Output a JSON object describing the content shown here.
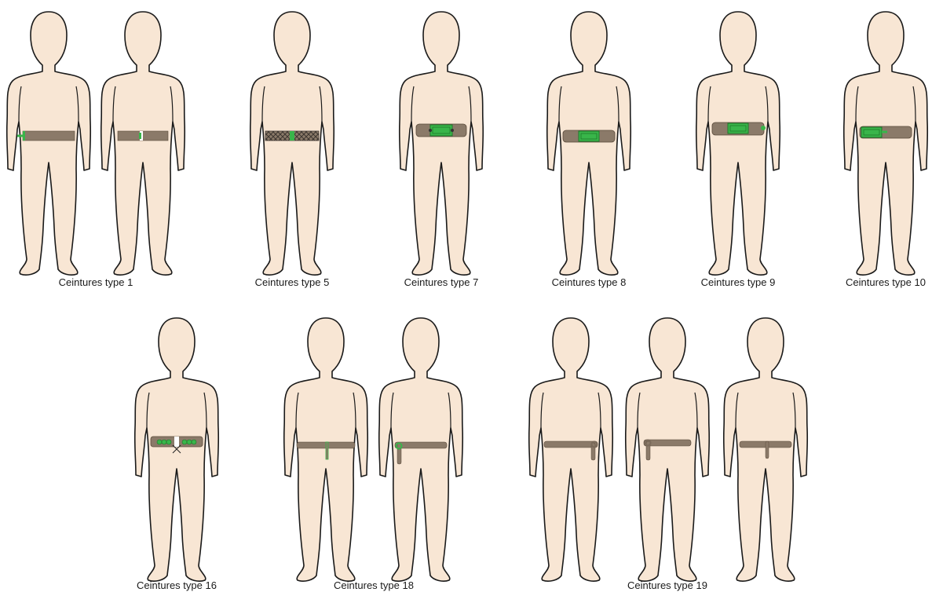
{
  "colors": {
    "skin": "#f8e6d4",
    "outline": "#1a1a1a",
    "belt": "#8b7a69",
    "buckle": "#39b54a",
    "buckle_dark": "#1e7a2a",
    "pattern": "#3c3530",
    "ring": "#7a6a5a"
  },
  "groups": [
    {
      "id": "type-1",
      "label": "Ceintures type 1",
      "belts": [
        "t1a",
        "t1b"
      ]
    },
    {
      "id": "type-5",
      "label": "Ceintures type 5",
      "belts": [
        "t5"
      ]
    },
    {
      "id": "type-7",
      "label": "Ceintures type 7",
      "belts": [
        "t7"
      ]
    },
    {
      "id": "type-8",
      "label": "Ceintures type 8",
      "belts": [
        "t8"
      ]
    },
    {
      "id": "type-9",
      "label": "Ceintures type 9",
      "belts": [
        "t9"
      ]
    },
    {
      "id": "type-10",
      "label": "Ceintures type 10",
      "belts": [
        "t10"
      ]
    },
    {
      "id": "type-16",
      "label": "Ceintures type 16",
      "belts": [
        "t16"
      ]
    },
    {
      "id": "type-18",
      "label": "Ceintures type 18",
      "belts": [
        "t18a",
        "t18b"
      ]
    },
    {
      "id": "type-19",
      "label": "Ceintures type 19",
      "belts": [
        "t19a",
        "t19b",
        "t19c"
      ]
    }
  ]
}
